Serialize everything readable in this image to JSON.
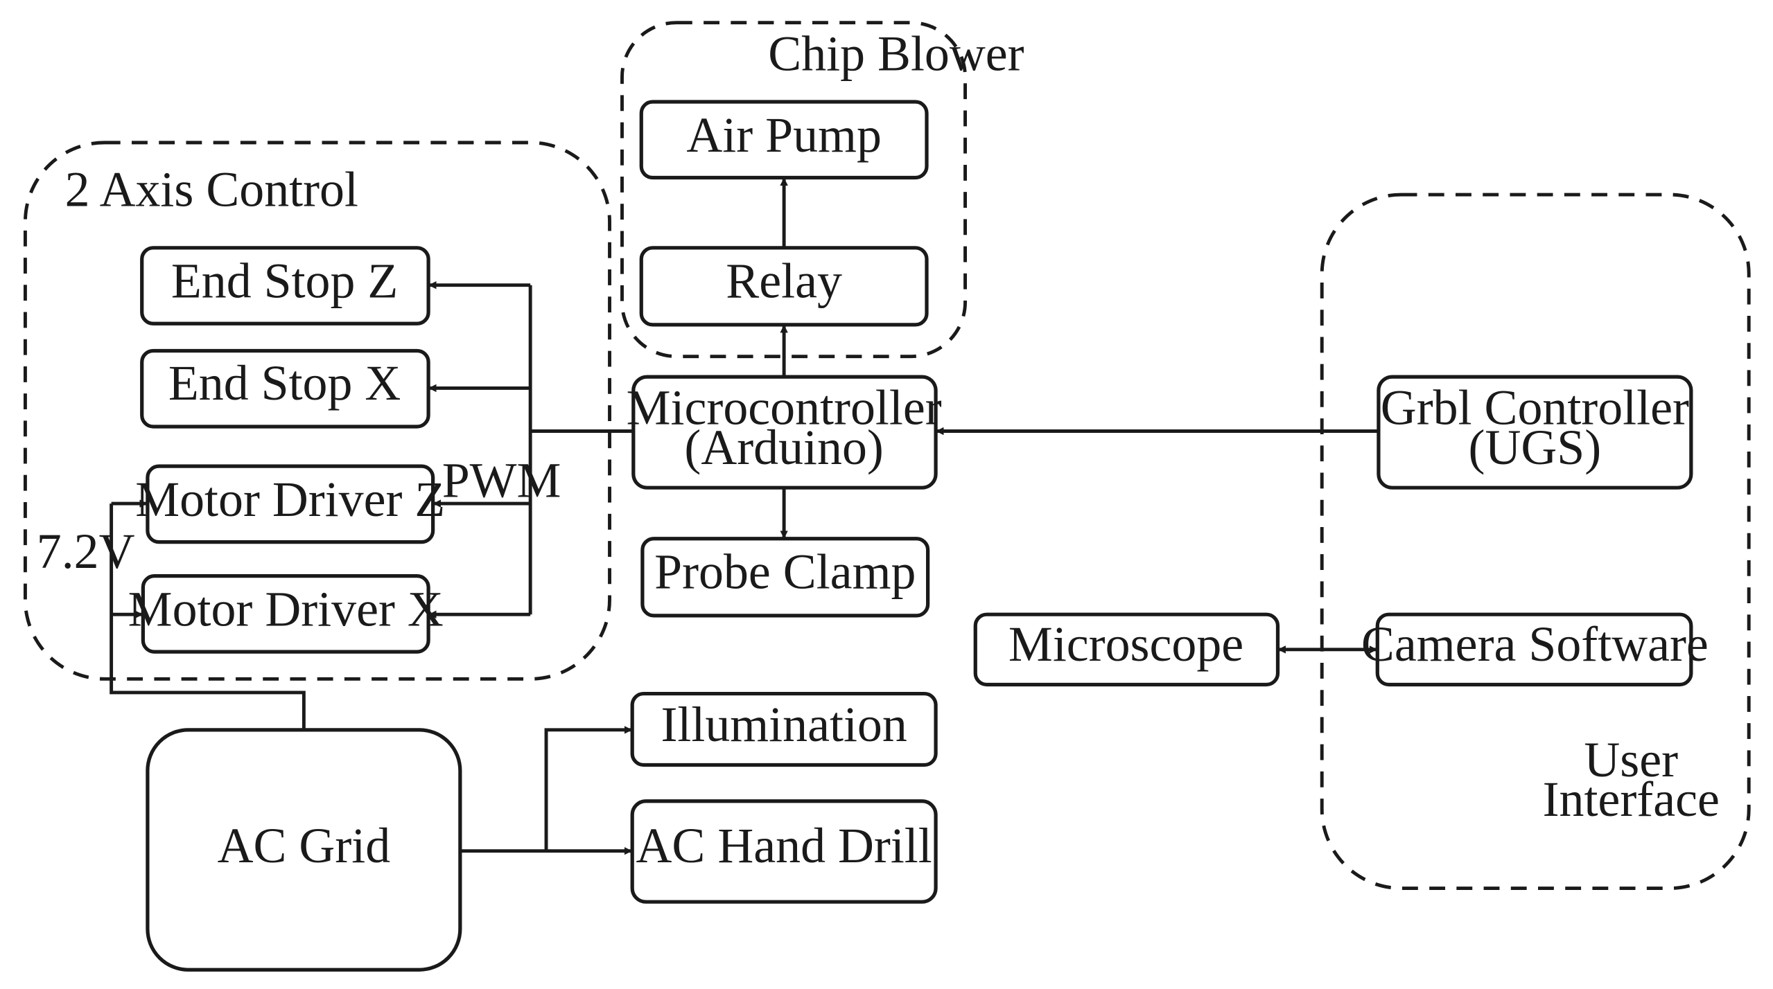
{
  "groups": {
    "chip_blower": "Chip Blower",
    "axis_control": "2 Axis Control",
    "user_interface_line1": "User",
    "user_interface_line2": "Interface"
  },
  "nodes": {
    "air_pump": "Air Pump",
    "relay": "Relay",
    "end_stop_z": "End Stop Z",
    "end_stop_x": "End Stop X",
    "motor_driver_z": "Motor Driver Z",
    "motor_driver_x": "Motor Driver X",
    "microcontroller_line1": "Microcontroller",
    "microcontroller_line2": "(Arduino)",
    "probe_clamp": "Probe Clamp",
    "grbl_line1": "Grbl Controller",
    "grbl_line2": "(UGS)",
    "microscope": "Microscope",
    "camera_software": "Camera Software",
    "illumination": "Illumination",
    "ac_hand_drill": "AC Hand Drill",
    "ac_grid": "AC Grid"
  },
  "edge_labels": {
    "pwm": "PWM",
    "voltage": "7.2V"
  }
}
